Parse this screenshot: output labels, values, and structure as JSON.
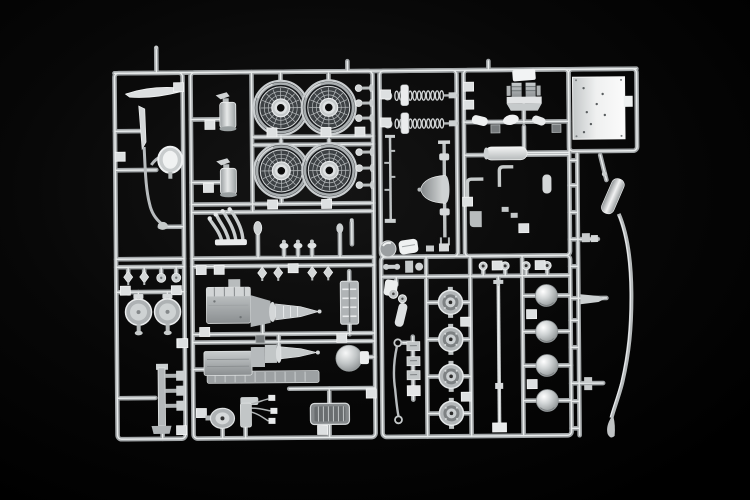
{
  "scene": {
    "subject": "Plastic scale-model kit sprue (parts tree) with car engine, wheels and chassis parts photographed on a black background",
    "background_color": "#000000",
    "vignette_color": "#141414",
    "rail_color": "#a2a6a8",
    "rail_highlight_color": "#e9ecec",
    "plastic_color": "#c0c4c6",
    "plastic_bright_color": "#f2f3f4",
    "plastic_dark_color": "#6f7375"
  },
  "sprue": {
    "description": "Light-gray injection-molded sprue frame holding unpainted car model parts",
    "parts": [
      {
        "name": "wire-spoke wheel",
        "count": 4
      },
      {
        "name": "brake drum hub",
        "count": 4
      },
      {
        "name": "intake trumpet ball",
        "count": 4
      },
      {
        "name": "injector block",
        "count": 4
      },
      {
        "name": "engine block half",
        "count": 2
      },
      {
        "name": "fire extinguisher",
        "count": 2
      },
      {
        "name": "coil spring shock absorber",
        "count": 2
      },
      {
        "name": "round air cleaner",
        "count": 2
      },
      {
        "name": "rear wing blade",
        "count": 1
      },
      {
        "name": "hand lever",
        "count": 1
      },
      {
        "name": "side mirror",
        "count": 1
      },
      {
        "name": "exhaust header",
        "count": 1
      },
      {
        "name": "axle with differential",
        "count": 1
      },
      {
        "name": "carburetor assembly",
        "count": 1
      },
      {
        "name": "cylindrical muffler",
        "count": 1
      },
      {
        "name": "chassis floor plate",
        "count": 1
      },
      {
        "name": "angled fuel tank",
        "count": 1
      },
      {
        "name": "curved exhaust side pipe",
        "count": 1
      },
      {
        "name": "radiator core",
        "count": 1
      },
      {
        "name": "spherical fuel filler",
        "count": 1
      },
      {
        "name": "pedal assembly",
        "count": 1
      },
      {
        "name": "anti-roll bar",
        "count": 1
      },
      {
        "name": "drive shaft rod",
        "count": 1
      },
      {
        "name": "distributor with ignition wires",
        "count": 1
      },
      {
        "name": "crankshaft pulley",
        "count": 1
      },
      {
        "name": "finned oil pan",
        "count": 1
      },
      {
        "name": "engine mount bracket",
        "count": 1
      },
      {
        "name": "poppet valve",
        "count": 6
      },
      {
        "name": "mushroom valve",
        "count": 6
      },
      {
        "name": "bolt head",
        "count": 4
      },
      {
        "name": "small fitting pad",
        "count": 24
      }
    ]
  }
}
